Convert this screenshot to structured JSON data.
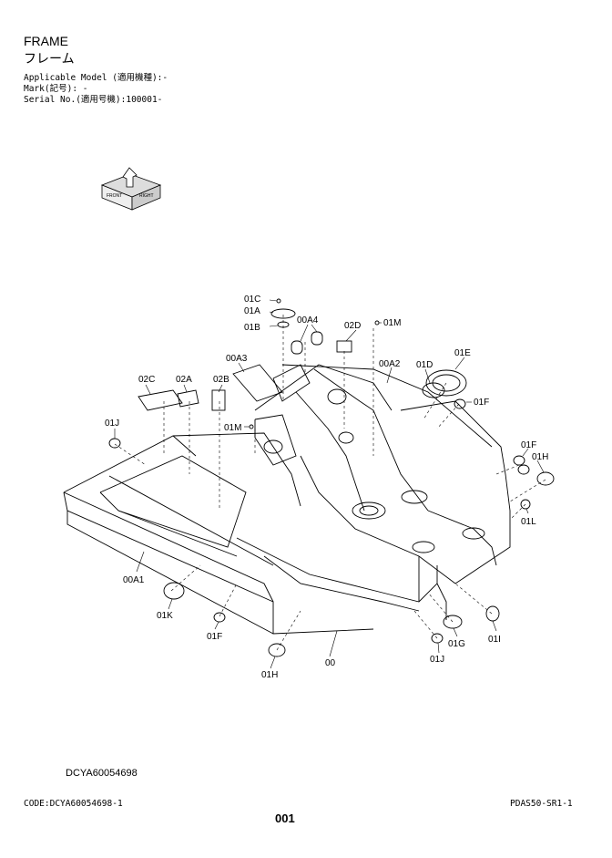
{
  "header": {
    "title_en": "FRAME",
    "title_jp": "フレーム",
    "applicable_model": "Applicable Model (適用機種):-",
    "mark": "Mark(記号): -",
    "serial_no": "Serial No.(適用号機):100001-"
  },
  "orientation_icon": {
    "icon": "view-orientation-cube-icon",
    "labels": [
      "FRONT",
      "RIGHT"
    ]
  },
  "callouts": [
    "01C",
    "01A",
    "01B",
    "00A4",
    "02D",
    "01M",
    "00A3",
    "00A2",
    "01D",
    "01E",
    "02C",
    "02A",
    "02B",
    "01F",
    "01J",
    "01M",
    "01F",
    "01H",
    "01L",
    "00A1",
    "01K",
    "01F",
    "00",
    "01H",
    "01J",
    "01G",
    "01I"
  ],
  "footer": {
    "drawing_code": "DCYA60054698",
    "code_label": "CODE:DCYA60054698-1",
    "page_ref": "PDAS50-SR1-1",
    "page_number": "001"
  }
}
